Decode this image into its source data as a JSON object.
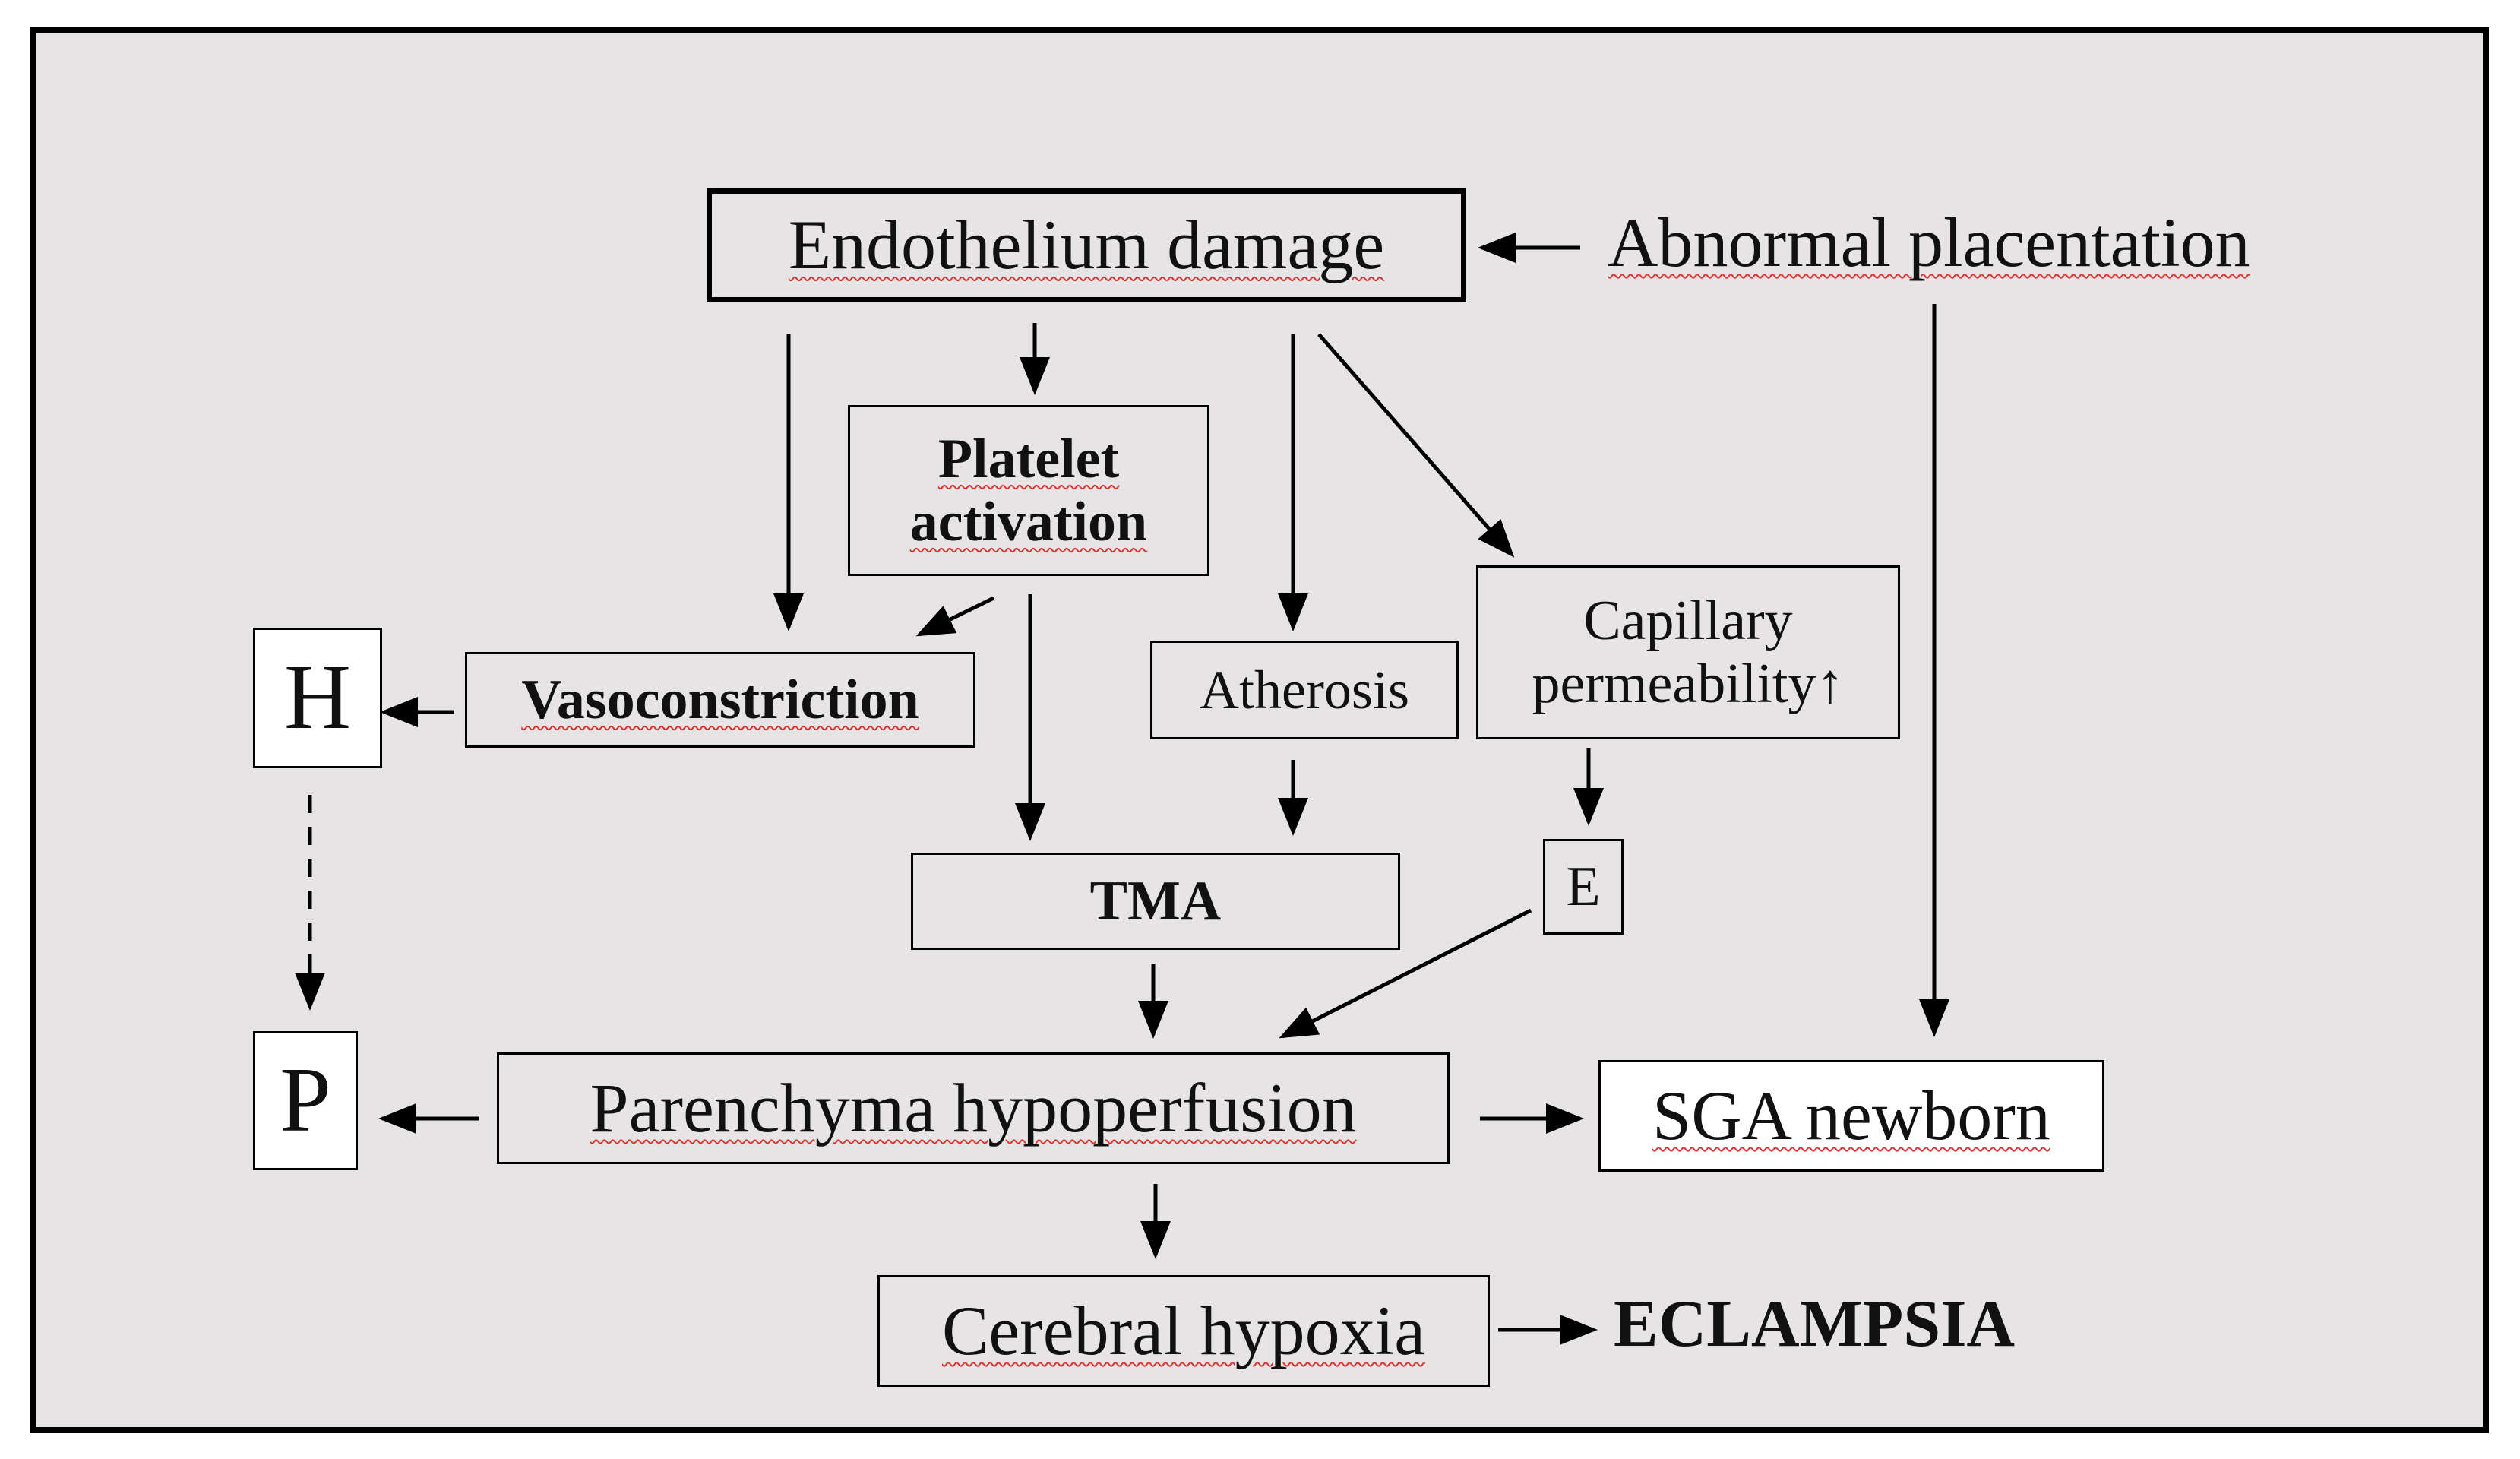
{
  "nodes": {
    "endothelium": "Endothelium damage",
    "abnormal": "Abnormal placentation",
    "platelet_1": "Platelet",
    "platelet_2": "activation",
    "vaso": "Vasoconstriction",
    "athero": "Atherosis",
    "capillary_1": "Capillary",
    "capillary_2": "permeability↑",
    "h": "H",
    "p": "P",
    "tma": "TMA",
    "e": "E",
    "parenchyma": "Parenchyma hypoperfusion",
    "sga": "SGA newborn",
    "cerebral": "Cerebral hypoxia",
    "eclampsia": "ECLAMPSIA"
  }
}
